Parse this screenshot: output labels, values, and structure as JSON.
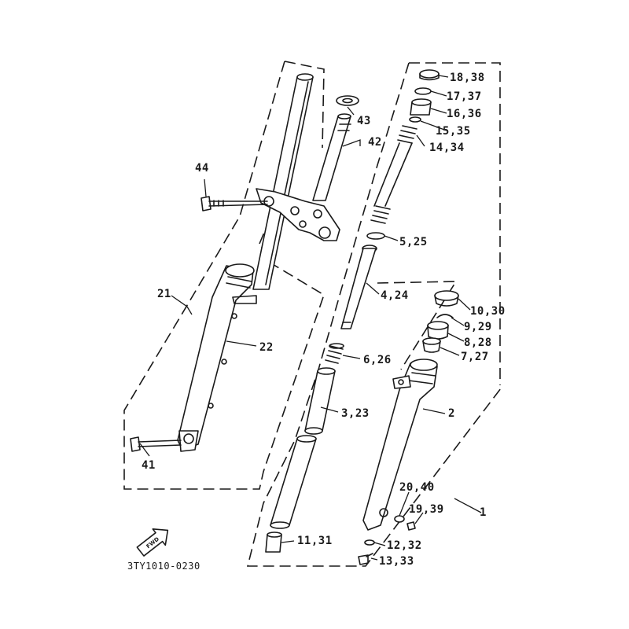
{
  "diagram": {
    "callouts": {
      "p1": "1",
      "p2": "2",
      "p3": "3,23",
      "p4": "4,24",
      "p5": "5,25",
      "p6": "6,26",
      "p7": "7,27",
      "p8": "8,28",
      "p9": "9,29",
      "p10": "10,30",
      "p11": "11,31",
      "p12": "12,32",
      "p13": "13,33",
      "p14": "14,34",
      "p15": "15,35",
      "p16": "16,36",
      "p17": "17,37",
      "p18": "18,38",
      "p19": "19,39",
      "p20": "20,40",
      "p21": "21",
      "p22": "22",
      "p41": "41",
      "p42": "42",
      "p43": "43",
      "p44": "44"
    },
    "fwd_label": "FWD",
    "drawing_code": "3TY1010-0230"
  }
}
